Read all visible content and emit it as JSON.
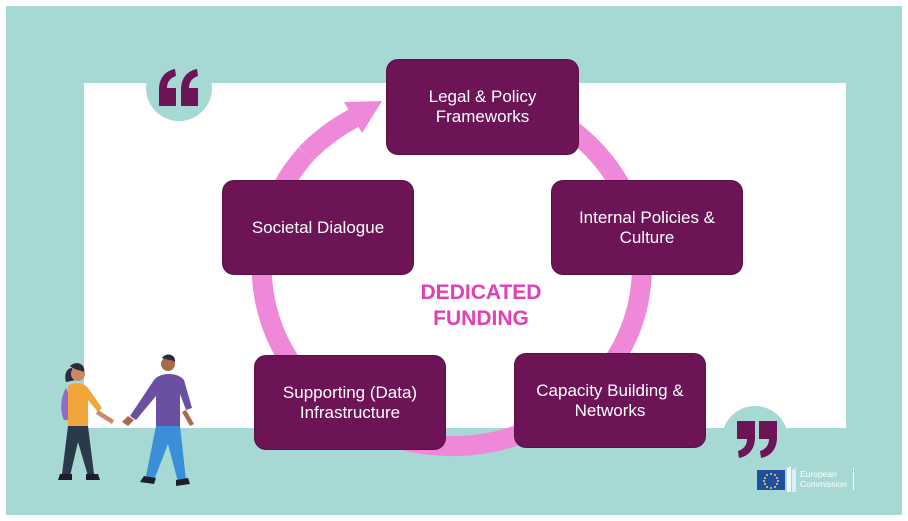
{
  "diagram": {
    "nodes": [
      {
        "id": "legal",
        "label": "Legal & Policy\nFrameworks"
      },
      {
        "id": "internal",
        "label": "Internal Policies &\nCulture"
      },
      {
        "id": "capacity",
        "label": "Capacity Building &\nNetworks"
      },
      {
        "id": "infrastructure",
        "label": "Supporting (Data)\nInfrastructure"
      },
      {
        "id": "dialogue",
        "label": "Societal Dialogue"
      }
    ],
    "center_label": "DEDICATED\nFUNDING",
    "cycle_direction": "clockwise"
  },
  "logo": {
    "name": "European\nCommission"
  },
  "colors": {
    "background": "#a6d9d4",
    "panel": "#ffffff",
    "box": "#6d1457",
    "ring": "#ef88d9",
    "center_text": "#e03fb8",
    "quote": "#6d1457"
  },
  "icons": [
    "open-quote-icon",
    "close-quote-icon",
    "walking-people-illustration",
    "eu-flag-icon"
  ]
}
